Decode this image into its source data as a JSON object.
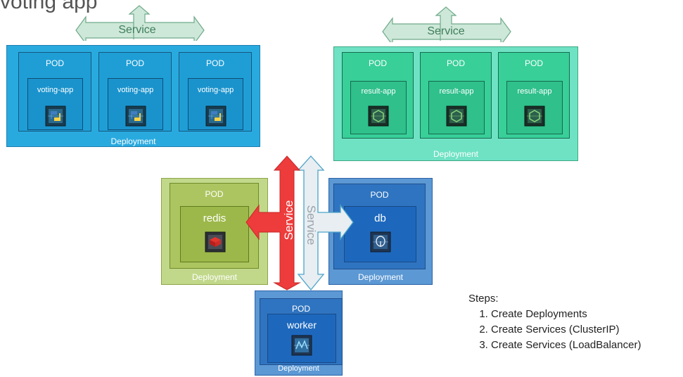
{
  "title": "voting app",
  "colors": {
    "voting_blue": "#29aadf",
    "result_green": "#6fe2c4",
    "redis_olive": "#c1d88a",
    "db_navy": "#5b98d4",
    "service_green": "#cde8d8",
    "service_red": "#ee3b3b",
    "service_light": "#e8eef2"
  },
  "voting": {
    "service_label": "Service",
    "deployment_label": "Deployment",
    "pods": [
      {
        "pod_label": "POD",
        "container_label": "voting-app",
        "icon": "python-container-icon"
      },
      {
        "pod_label": "POD",
        "container_label": "voting-app",
        "icon": "python-container-icon"
      },
      {
        "pod_label": "POD",
        "container_label": "voting-app",
        "icon": "python-container-icon"
      }
    ]
  },
  "result": {
    "service_label": "Service",
    "deployment_label": "Deployment",
    "pods": [
      {
        "pod_label": "POD",
        "container_label": "result-app",
        "icon": "nodejs-container-icon"
      },
      {
        "pod_label": "POD",
        "container_label": "result-app",
        "icon": "nodejs-container-icon"
      },
      {
        "pod_label": "POD",
        "container_label": "result-app",
        "icon": "nodejs-container-icon"
      }
    ]
  },
  "redis": {
    "pod_label": "POD",
    "container_label": "redis",
    "deployment_label": "Deployment",
    "icon": "redis-container-icon",
    "service_label": "Service"
  },
  "db": {
    "pod_label": "POD",
    "container_label": "db",
    "deployment_label": "Deployment",
    "icon": "postgres-container-icon",
    "service_label": "Service"
  },
  "worker": {
    "pod_label": "POD",
    "container_label": "worker",
    "deployment_label": "Deployment",
    "icon": "worker-container-icon"
  },
  "steps": {
    "heading": "Steps:",
    "items": [
      "Create Deployments",
      "Create Services (ClusterIP)",
      "Create Services (LoadBalancer)"
    ]
  }
}
